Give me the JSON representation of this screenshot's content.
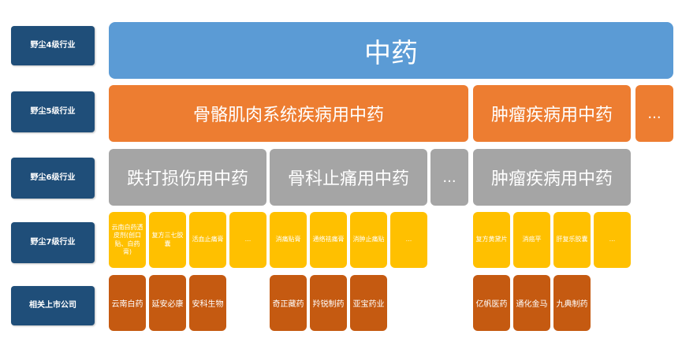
{
  "row_labels": {
    "l4": "野尘4级行业",
    "l5": "野尘5级行业",
    "l6": "野尘6级行业",
    "l7": "野尘7级行业",
    "companies": "相关上市公司"
  },
  "level4": {
    "name": "中药"
  },
  "level5": {
    "musculo": "骨骼肌肉系统疾病用中药",
    "tumor": "肿瘤疾病用中药",
    "more": "..."
  },
  "level6": {
    "trauma": "跌打损伤用中药",
    "ortho_pain": "骨科止痛用中药",
    "more": "...",
    "tumor": "肿瘤疾病用中药"
  },
  "level7": {
    "g1": [
      "云南白药透皮剂(创口贴、白药膏)",
      "复方三七胶囊",
      "活血止痛膏",
      "..."
    ],
    "g2": [
      "消痛贴膏",
      "通络祛痛膏",
      "消肿止痛贴",
      "..."
    ],
    "g3": [
      "复方黄黛片",
      "消癌平",
      "肝复乐胶囊",
      "..."
    ]
  },
  "companies": {
    "g1": [
      "云南白药",
      "延安必康",
      "安科生物"
    ],
    "g2": [
      "奇正藏药",
      "羚锐制药",
      "亚宝药业"
    ],
    "g3": [
      "亿帆医药",
      "通化金马",
      "九典制药"
    ]
  },
  "colors": {
    "label": "#1f4e79",
    "level4": "#5b9bd5",
    "level5": "#ed7d31",
    "level6": "#a5a5a5",
    "level7": "#ffc000",
    "company": "#c55a11"
  }
}
